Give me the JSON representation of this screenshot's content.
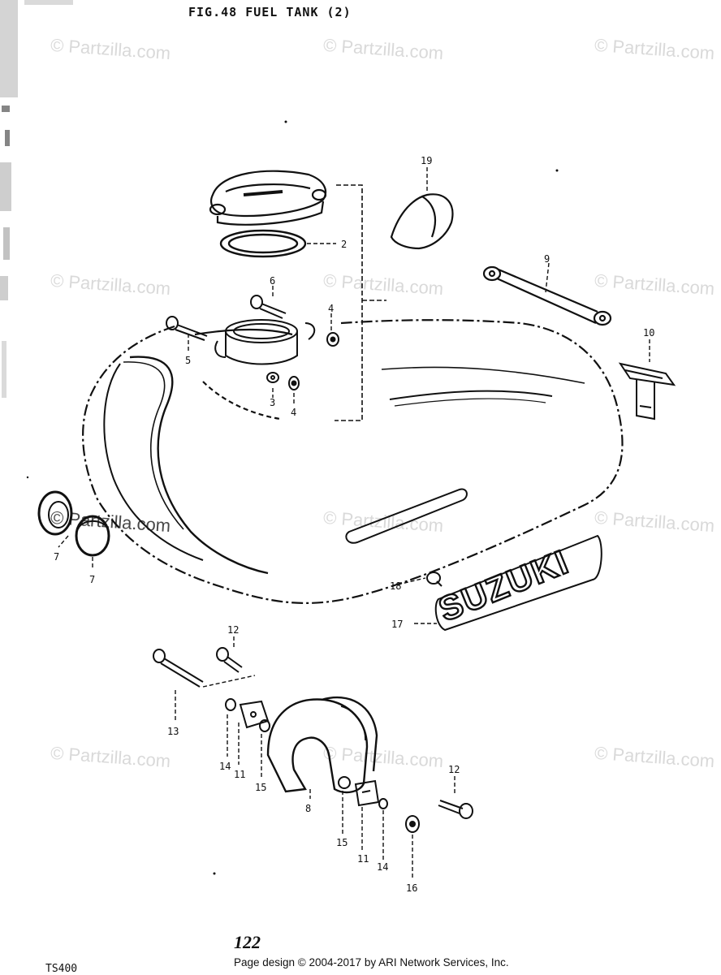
{
  "figure_title": "FIG.48  FUEL TANK (2)",
  "watermark_text": "© Partzilla.com",
  "page_number": "122",
  "credit_text": "Page design © 2004-2017 by ARI Network Services, Inc.",
  "model_code": "TS400",
  "brand_emblem_text": "SUZUKI",
  "callouts": [
    "19",
    "2",
    "6",
    "4",
    "5",
    "3",
    "4",
    "9",
    "10",
    "7",
    "7",
    "18",
    "17",
    "12",
    "13",
    "14",
    "11",
    "15",
    "8",
    "12",
    "15",
    "11",
    "14",
    "16"
  ],
  "colors": {
    "ink": "#111111",
    "watermark": "#7a7a7a",
    "paper": "#ffffff"
  }
}
